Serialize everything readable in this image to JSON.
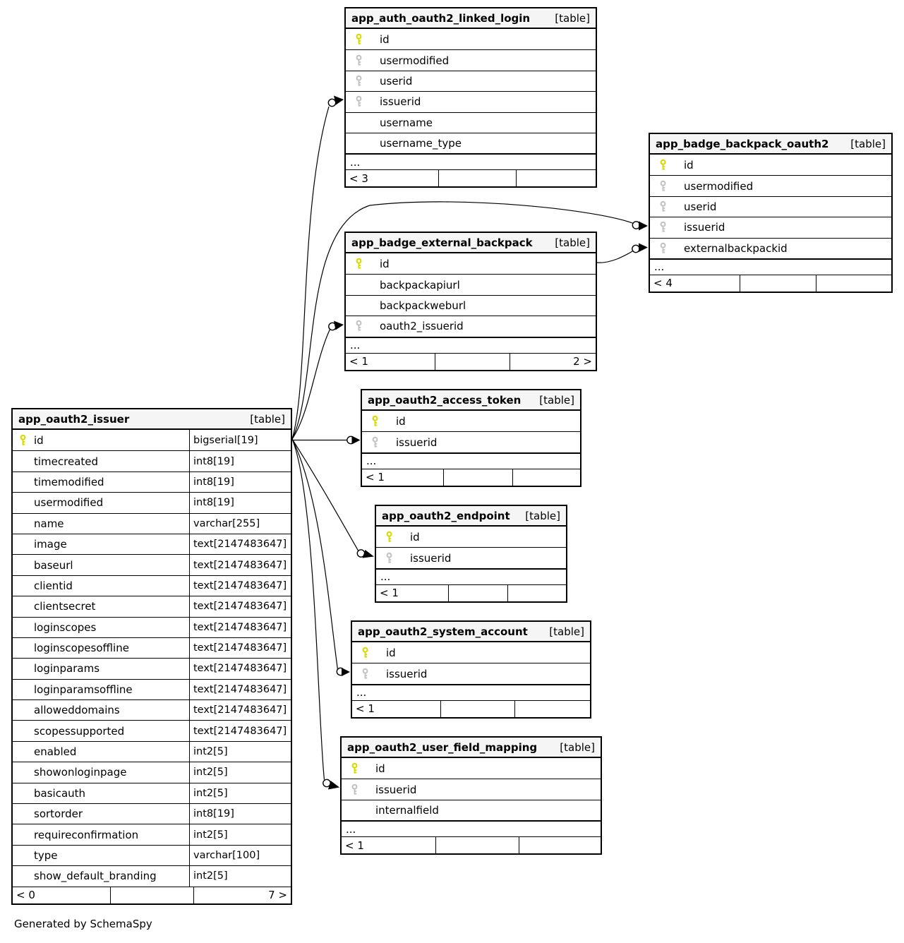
{
  "diagram": {
    "generator_note": "Generated by SchemaSpy",
    "tag_label": "[table]",
    "colors": {
      "primary_key": "#d9d900",
      "foreign_key": "#c3c3c3",
      "header_bg": "#f5f5f5",
      "border": "#000000",
      "background": "#ffffff"
    },
    "tables": [
      {
        "name": "app_auth_oauth2_linked_login",
        "columns": [
          {
            "name": "id",
            "key": "pk"
          },
          {
            "name": "usermodified",
            "key": "fk"
          },
          {
            "name": "userid",
            "key": "fk"
          },
          {
            "name": "issuerid",
            "key": "fk"
          },
          {
            "name": "username"
          },
          {
            "name": "username_type"
          }
        ],
        "ellipsis": "...",
        "footer": [
          "< 3",
          "",
          ""
        ]
      },
      {
        "name": "app_badge_backpack_oauth2",
        "columns": [
          {
            "name": "id",
            "key": "pk"
          },
          {
            "name": "usermodified",
            "key": "fk"
          },
          {
            "name": "userid",
            "key": "fk"
          },
          {
            "name": "issuerid",
            "key": "fk"
          },
          {
            "name": "externalbackpackid",
            "key": "fk"
          }
        ],
        "ellipsis": "...",
        "footer": [
          "< 4",
          "",
          ""
        ]
      },
      {
        "name": "app_badge_external_backpack",
        "columns": [
          {
            "name": "id",
            "key": "pk"
          },
          {
            "name": "backpackapiurl"
          },
          {
            "name": "backpackweburl"
          },
          {
            "name": "oauth2_issuerid",
            "key": "fk"
          }
        ],
        "ellipsis": "...",
        "footer": [
          "< 1",
          "",
          "2 >"
        ]
      },
      {
        "name": "app_oauth2_access_token",
        "columns": [
          {
            "name": "id",
            "key": "pk"
          },
          {
            "name": "issuerid",
            "key": "fk"
          }
        ],
        "ellipsis": "...",
        "footer": [
          "< 1",
          "",
          ""
        ]
      },
      {
        "name": "app_oauth2_endpoint",
        "columns": [
          {
            "name": "id",
            "key": "pk"
          },
          {
            "name": "issuerid",
            "key": "fk"
          }
        ],
        "ellipsis": "...",
        "footer": [
          "< 1",
          "",
          ""
        ]
      },
      {
        "name": "app_oauth2_system_account",
        "columns": [
          {
            "name": "id",
            "key": "pk"
          },
          {
            "name": "issuerid",
            "key": "fk"
          }
        ],
        "ellipsis": "...",
        "footer": [
          "< 1",
          "",
          ""
        ]
      },
      {
        "name": "app_oauth2_user_field_mapping",
        "columns": [
          {
            "name": "id",
            "key": "pk"
          },
          {
            "name": "issuerid",
            "key": "fk"
          },
          {
            "name": "internalfield"
          }
        ],
        "ellipsis": "...",
        "footer": [
          "< 1",
          "",
          ""
        ]
      },
      {
        "name": "app_oauth2_issuer",
        "columns": [
          {
            "name": "id",
            "key": "pk",
            "type": "bigserial[19]"
          },
          {
            "name": "timecreated",
            "type": "int8[19]"
          },
          {
            "name": "timemodified",
            "type": "int8[19]"
          },
          {
            "name": "usermodified",
            "type": "int8[19]"
          },
          {
            "name": "name",
            "type": "varchar[255]"
          },
          {
            "name": "image",
            "type": "text[2147483647]"
          },
          {
            "name": "baseurl",
            "type": "text[2147483647]"
          },
          {
            "name": "clientid",
            "type": "text[2147483647]"
          },
          {
            "name": "clientsecret",
            "type": "text[2147483647]"
          },
          {
            "name": "loginscopes",
            "type": "text[2147483647]"
          },
          {
            "name": "loginscopesoffline",
            "type": "text[2147483647]"
          },
          {
            "name": "loginparams",
            "type": "text[2147483647]"
          },
          {
            "name": "loginparamsoffline",
            "type": "text[2147483647]"
          },
          {
            "name": "alloweddomains",
            "type": "text[2147483647]"
          },
          {
            "name": "scopessupported",
            "type": "text[2147483647]"
          },
          {
            "name": "enabled",
            "type": "int2[5]"
          },
          {
            "name": "showonloginpage",
            "type": "int2[5]"
          },
          {
            "name": "basicauth",
            "type": "int2[5]"
          },
          {
            "name": "sortorder",
            "type": "int8[19]"
          },
          {
            "name": "requireconfirmation",
            "type": "int2[5]"
          },
          {
            "name": "type",
            "type": "varchar[100]"
          },
          {
            "name": "show_default_branding",
            "type": "int2[5]"
          }
        ],
        "footer": [
          "< 0",
          "",
          "7 >"
        ]
      }
    ],
    "relationships": [
      {
        "from": "app_oauth2_issuer.id",
        "to": "app_auth_oauth2_linked_login.issuerid"
      },
      {
        "from": "app_oauth2_issuer.id",
        "to": "app_badge_backpack_oauth2.issuerid"
      },
      {
        "from": "app_badge_external_backpack.id",
        "to": "app_badge_backpack_oauth2.externalbackpackid"
      },
      {
        "from": "app_oauth2_issuer.id",
        "to": "app_badge_external_backpack.oauth2_issuerid"
      },
      {
        "from": "app_oauth2_issuer.id",
        "to": "app_oauth2_access_token.issuerid"
      },
      {
        "from": "app_oauth2_issuer.id",
        "to": "app_oauth2_endpoint.issuerid"
      },
      {
        "from": "app_oauth2_issuer.id",
        "to": "app_oauth2_system_account.issuerid"
      },
      {
        "from": "app_oauth2_issuer.id",
        "to": "app_oauth2_user_field_mapping.issuerid"
      }
    ]
  }
}
